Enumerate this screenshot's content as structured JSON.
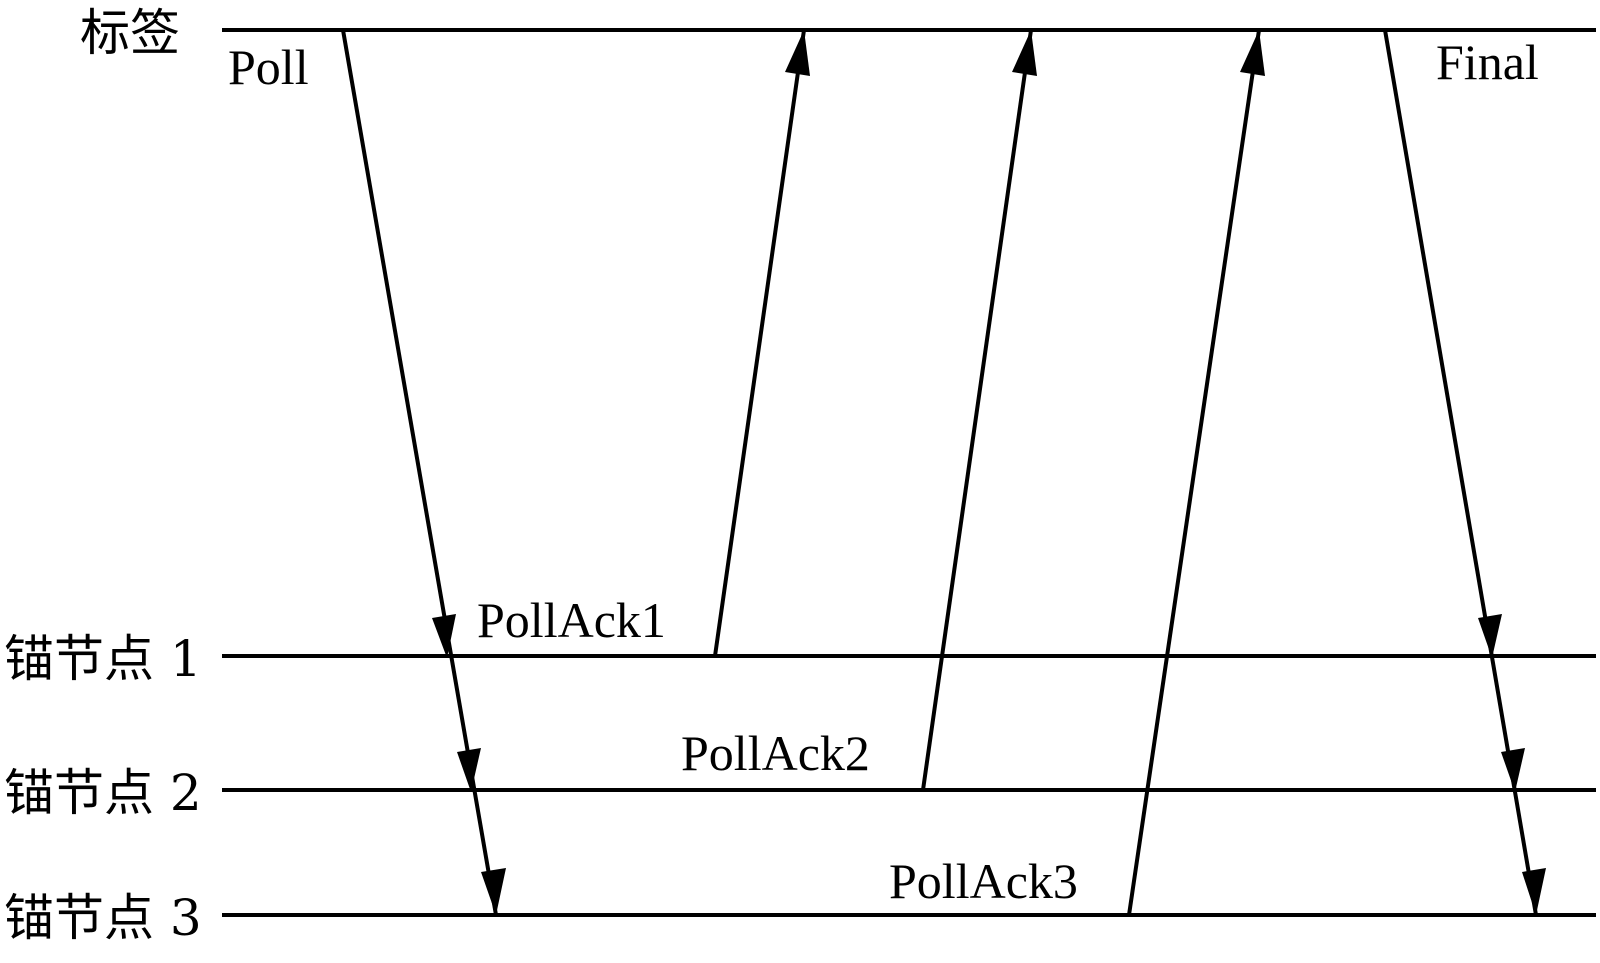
{
  "lanes": {
    "tag": "标签",
    "anchor1": "锚节点 1",
    "anchor2": "锚节点 2",
    "anchor3": "锚节点 3"
  },
  "messages": {
    "poll": "Poll",
    "pollack1": "PollAck1",
    "pollack2": "PollAck2",
    "pollack3": "PollAck3",
    "final": "Final"
  },
  "colors": {
    "ink": "#000000",
    "background": "#ffffff"
  }
}
